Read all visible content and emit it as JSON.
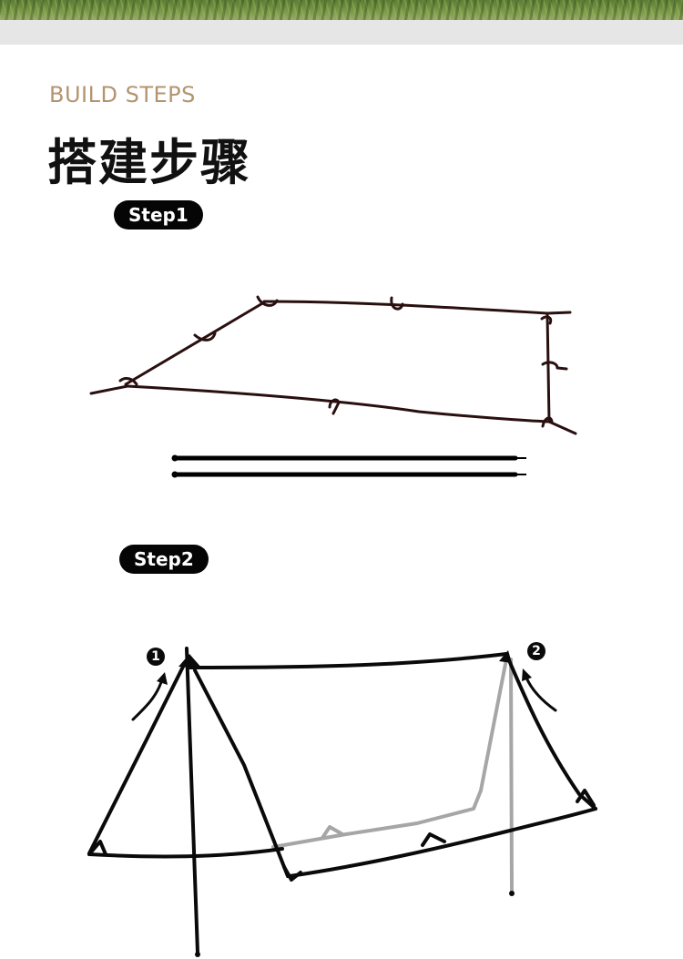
{
  "header": {
    "subtitle": "BUILD STEPS",
    "title": "搭建步骤"
  },
  "steps": [
    {
      "label": "Step1"
    },
    {
      "label": "Step2"
    }
  ],
  "step2_markers": [
    "1",
    "2"
  ],
  "colors": {
    "subtitle": "#b49470",
    "badge_bg": "#050505",
    "tarp_outline_step1": "#2a0f0f",
    "tarp_outline_step2": "#0a0a0a",
    "hidden_edge": "#a6a6a6"
  },
  "icons": [
    "tarp-flat-illustration",
    "pole-icon",
    "tarp-a-frame-illustration",
    "curved-arrow-icon"
  ]
}
